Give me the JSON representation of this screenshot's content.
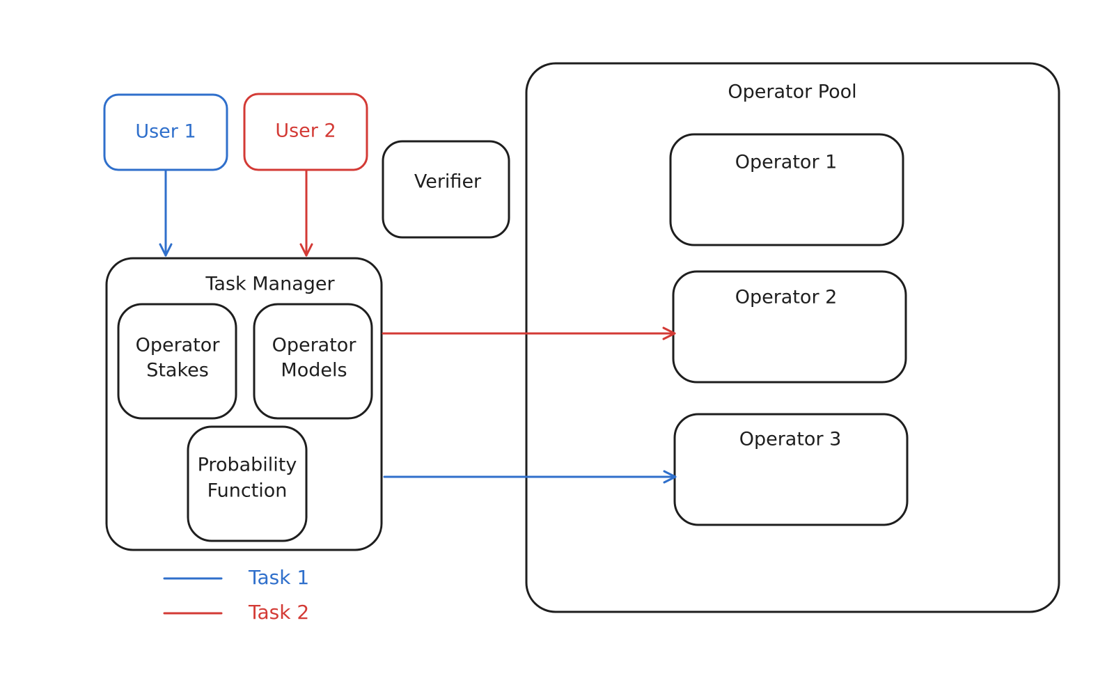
{
  "colors": {
    "ink": "#1e1e1e",
    "task1": "#2f6fcb",
    "task2": "#d33a35"
  },
  "nodes": {
    "user1": "User 1",
    "user2": "User 2",
    "verifier": "Verifier",
    "task_manager": "Task Manager",
    "operator_stakes": [
      "Operator",
      "Stakes"
    ],
    "operator_models": [
      "Operator",
      "Models"
    ],
    "probability_function": [
      "Probability",
      "Function"
    ],
    "operator_pool": "Operator Pool",
    "operators": [
      "Operator 1",
      "Operator 2",
      "Operator 3"
    ]
  },
  "edges": [
    {
      "from": "User 1",
      "to": "Task Manager",
      "task": "Task 1"
    },
    {
      "from": "User 2",
      "to": "Task Manager",
      "task": "Task 2"
    },
    {
      "from": "Task Manager",
      "to": "Operator 2",
      "task": "Task 2"
    },
    {
      "from": "Task Manager",
      "to": "Operator 3",
      "task": "Task 1"
    }
  ],
  "legend": {
    "task1": "Task 1",
    "task2": "Task 2"
  }
}
